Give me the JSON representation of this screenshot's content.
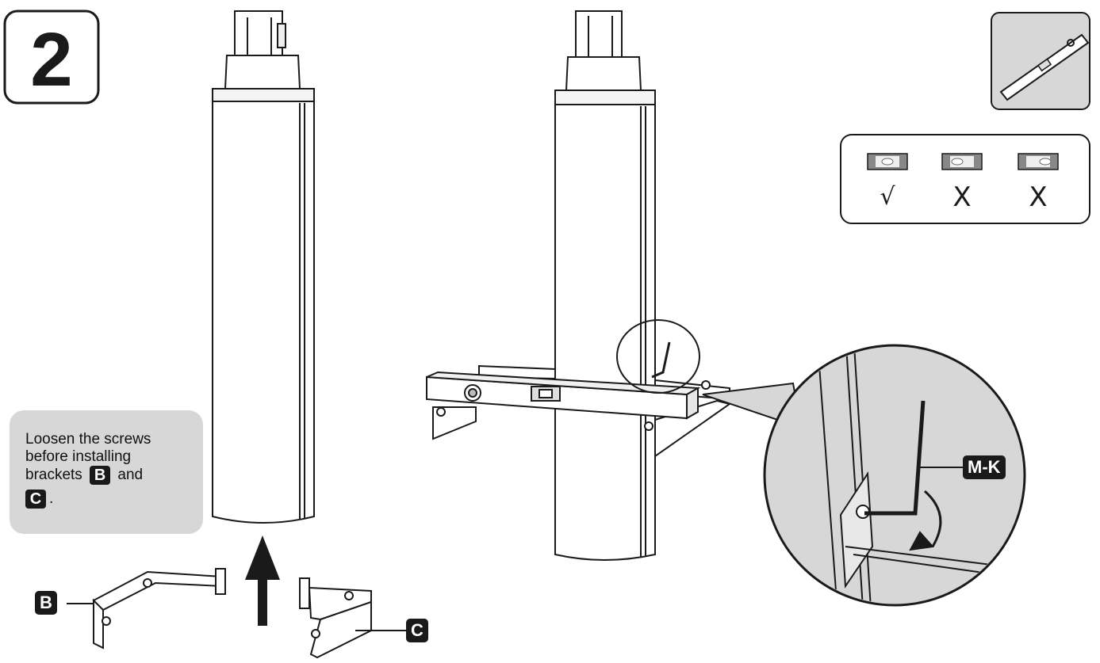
{
  "step": {
    "number": "2"
  },
  "note": {
    "line1": "Loosen the screws",
    "line2": "before installing",
    "line3_prefix": "brackets",
    "bracket_b": "B",
    "and_word": "and",
    "bracket_c": "C",
    "period": "."
  },
  "labels": {
    "bracket_b": "B",
    "bracket_c": "C",
    "hex_key": "M-K"
  },
  "level_guide": {
    "marks": [
      "√",
      "X",
      "X"
    ]
  },
  "colors": {
    "line": "#1a1a1a",
    "panel_gray": "#d7d7d7",
    "tag_bg": "#1a1a1a"
  }
}
